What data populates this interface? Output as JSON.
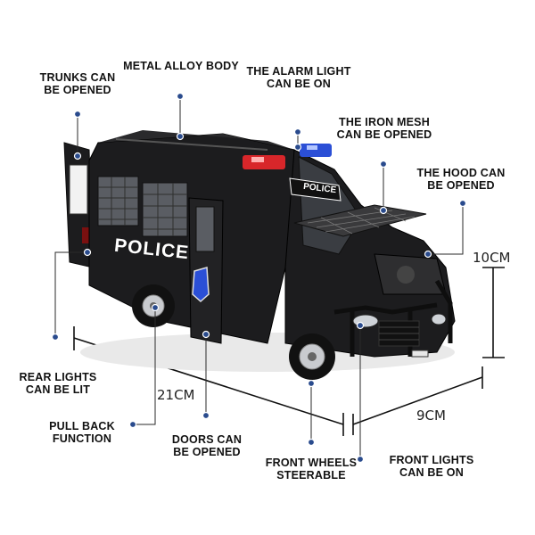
{
  "callouts": {
    "trunks": "TRUNKS CAN\nBE OPENED",
    "metal_body": "METAL ALLOY BODY",
    "alarm_light": "THE ALARM LIGHT\nCAN BE ON",
    "iron_mesh": "THE IRON MESH\nCAN BE OPENED",
    "hood": "THE HOOD CAN\nBE OPENED",
    "rear_lights": "REAR LIGHTS\nCAN BE LIT",
    "pull_back": "PULL BACK\nFUNCTION",
    "doors": "DOORS CAN\nBE OPENED",
    "front_wheels": "FRONT WHEELS\nSTEERABLE",
    "front_lights": "FRONT LIGHTS\nCAN BE ON"
  },
  "dimensions": {
    "height": "10CM",
    "length": "21CM",
    "width": "9CM"
  },
  "vehicle": {
    "side_text": "POLICE",
    "roof_text": "POLICE"
  },
  "colors": {
    "body": "#1c1c1e",
    "dot": "#2a4b8d",
    "siren_red": "#d8262a",
    "siren_blue": "#2b4fd6"
  }
}
